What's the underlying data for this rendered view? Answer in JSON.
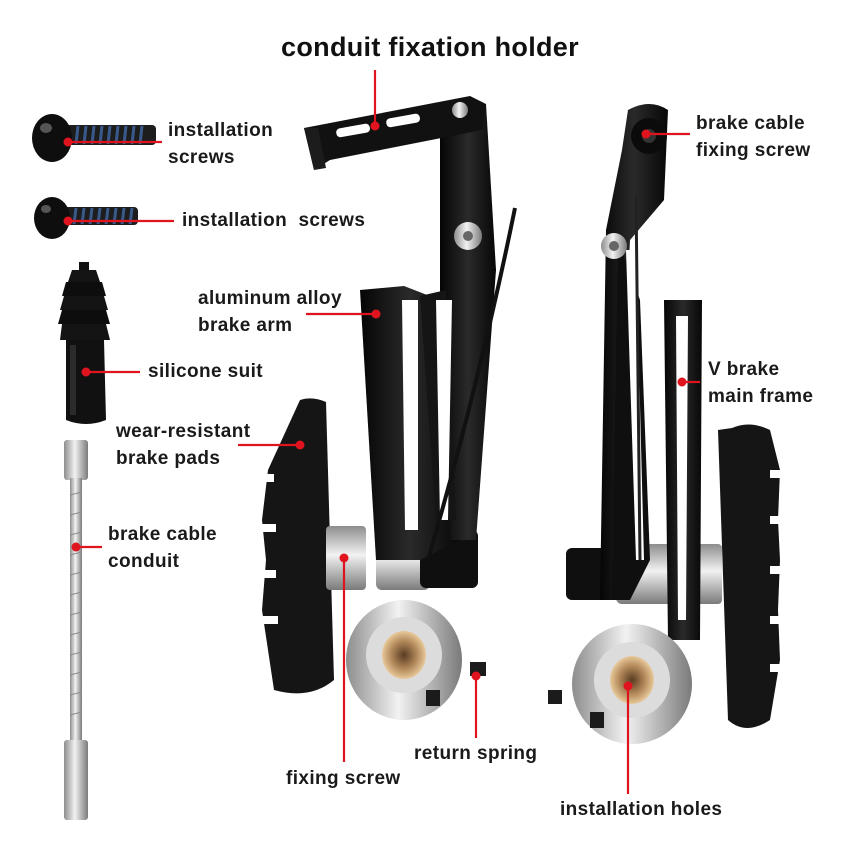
{
  "title": "conduit fixation holder",
  "labels": {
    "installation_screws_1": [
      "installation",
      "screws"
    ],
    "installation_screws_2": "installation  screws",
    "silicone_suit": "silicone suit",
    "wear_resistant_pads": [
      "wear-resistant",
      "brake pads"
    ],
    "brake_cable_conduit": [
      "brake cable",
      "conduit"
    ],
    "aluminum_alloy_arm": [
      "aluminum alloy",
      "brake arm"
    ],
    "brake_cable_fixing_screw": [
      "brake cable",
      "fixing screw"
    ],
    "v_brake_main_frame": [
      "V brake",
      "main frame"
    ],
    "fixing_screw": "fixing screw",
    "return_spring": "return spring",
    "installation_holes": "installation holes"
  },
  "colors": {
    "leader_line": "#e0141e",
    "part_black": "#121212",
    "metal": "#c9c9c9",
    "text": "#1a1a1a"
  }
}
